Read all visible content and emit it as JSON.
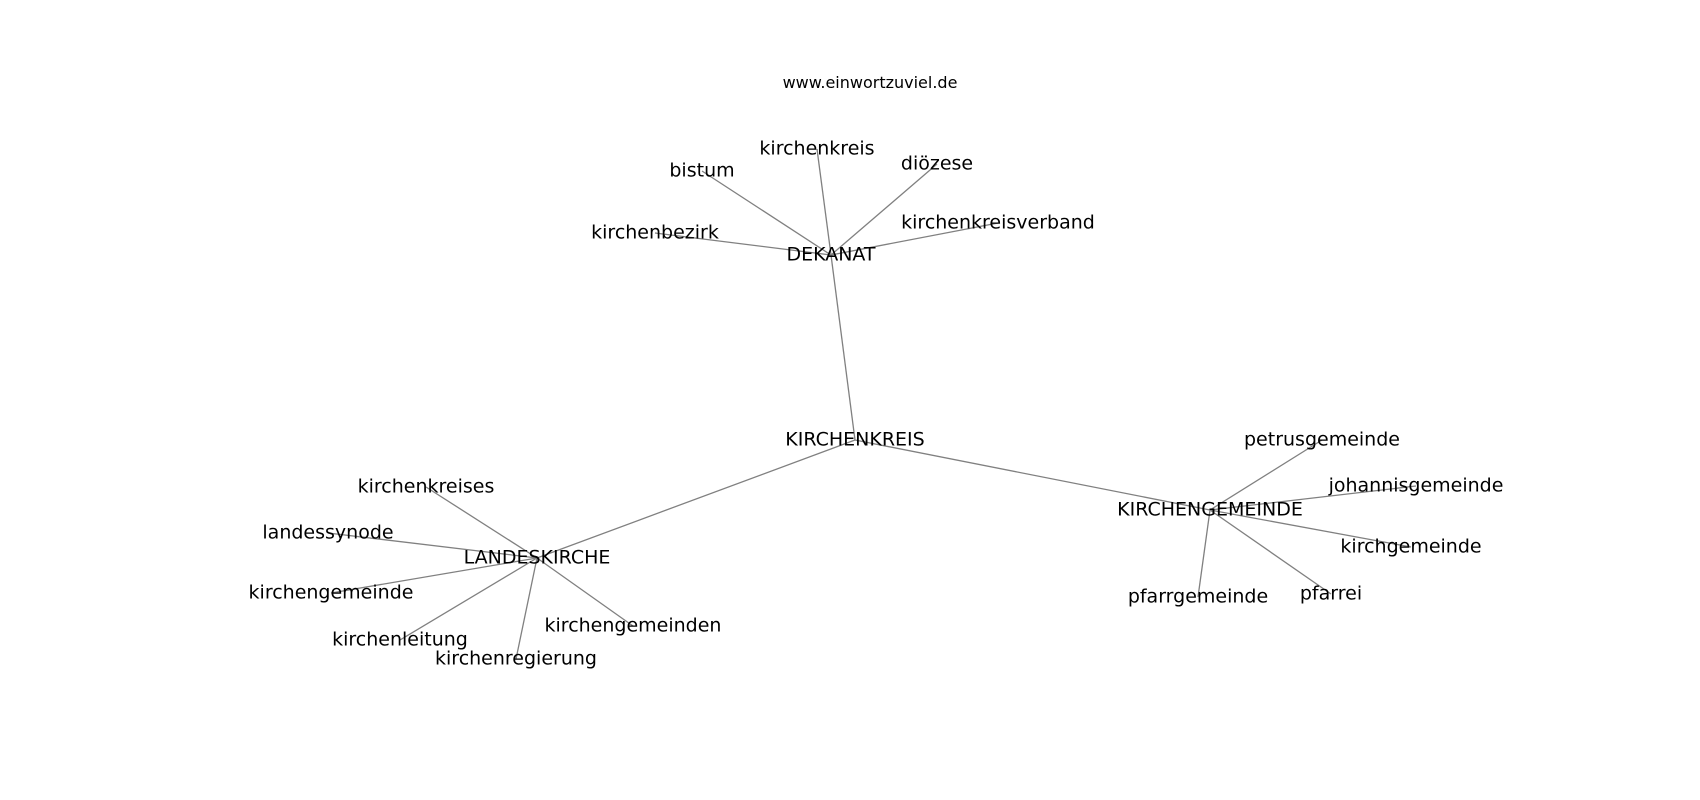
{
  "credit": "www.einwortzuviel.de",
  "graph": {
    "center": "KIRCHENKREIS",
    "hubs": [
      {
        "label": "DEKANAT",
        "leaves": [
          "kirchenkreis",
          "bistum",
          "diözese",
          "kirchenbezirk",
          "kirchenkreisverband"
        ]
      },
      {
        "label": "LANDESKIRCHE",
        "leaves": [
          "kirchenkreises",
          "landessynode",
          "kirchengemeinde",
          "kirchenleitung",
          "kirchenregierung",
          "kirchengemeinden"
        ]
      },
      {
        "label": "KIRCHENGEMEINDE",
        "leaves": [
          "petrusgemeinde",
          "johannisgemeinde",
          "kirchgemeinde",
          "pfarrei",
          "pfarrgemeinde"
        ]
      }
    ]
  }
}
